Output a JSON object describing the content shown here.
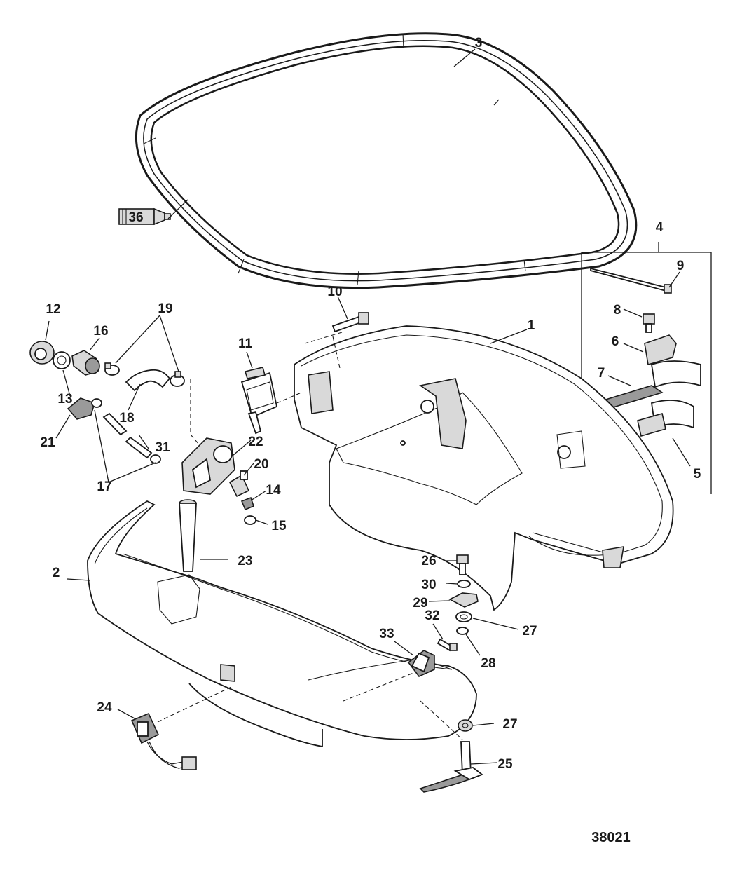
{
  "figure_number": "38021",
  "callouts": [
    {
      "id": "c1",
      "text": "1"
    },
    {
      "id": "c2",
      "text": "2"
    },
    {
      "id": "c3",
      "text": "3"
    },
    {
      "id": "c4",
      "text": "4"
    },
    {
      "id": "c5",
      "text": "5"
    },
    {
      "id": "c6",
      "text": "6"
    },
    {
      "id": "c7",
      "text": "7"
    },
    {
      "id": "c8",
      "text": "8"
    },
    {
      "id": "c9",
      "text": "9"
    },
    {
      "id": "c10",
      "text": "10"
    },
    {
      "id": "c11",
      "text": "11"
    },
    {
      "id": "c12",
      "text": "12"
    },
    {
      "id": "c13",
      "text": "13"
    },
    {
      "id": "c14",
      "text": "14"
    },
    {
      "id": "c15",
      "text": "15"
    },
    {
      "id": "c16",
      "text": "16"
    },
    {
      "id": "c17",
      "text": "17"
    },
    {
      "id": "c18",
      "text": "18"
    },
    {
      "id": "c19",
      "text": "19"
    },
    {
      "id": "c20",
      "text": "20"
    },
    {
      "id": "c21",
      "text": "21"
    },
    {
      "id": "c22",
      "text": "22"
    },
    {
      "id": "c23",
      "text": "23"
    },
    {
      "id": "c24",
      "text": "24"
    },
    {
      "id": "c25",
      "text": "25"
    },
    {
      "id": "c26",
      "text": "26"
    },
    {
      "id": "c27a",
      "text": "27"
    },
    {
      "id": "c27b",
      "text": "27"
    },
    {
      "id": "c28",
      "text": "28"
    },
    {
      "id": "c29",
      "text": "29"
    },
    {
      "id": "c30",
      "text": "30"
    },
    {
      "id": "c31",
      "text": "31"
    },
    {
      "id": "c32",
      "text": "32"
    },
    {
      "id": "c33",
      "text": "33"
    },
    {
      "id": "c36",
      "text": "36"
    }
  ]
}
